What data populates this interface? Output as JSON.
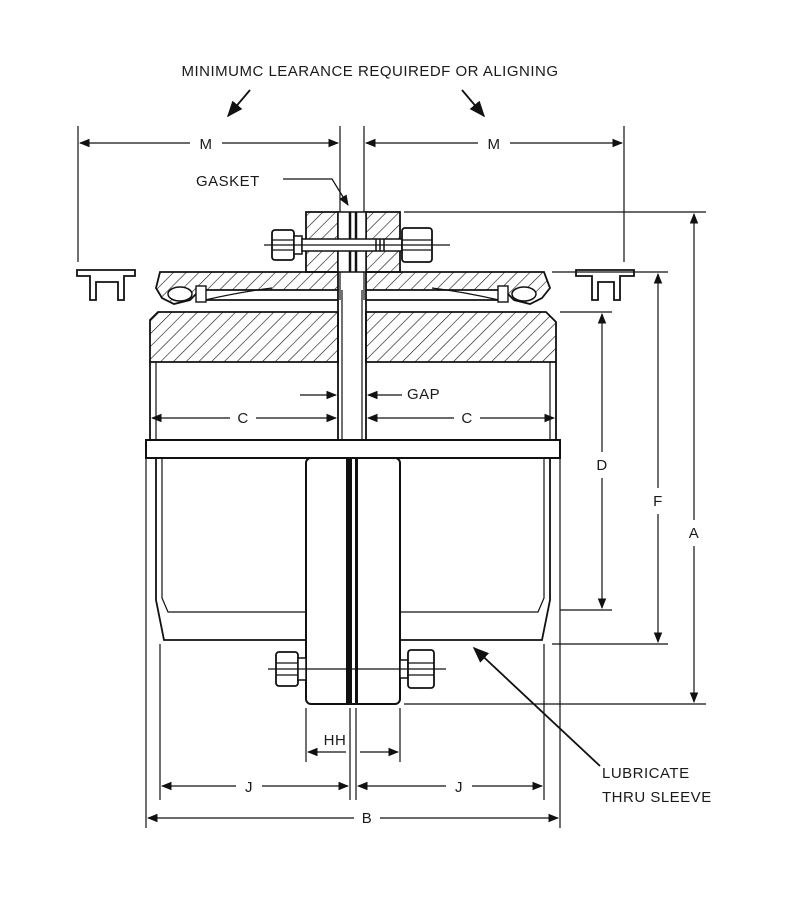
{
  "labels": {
    "title": "MINIMUMC LEARANCE REQUIREDF OR ALIGNING",
    "m_left": "M",
    "m_right": "M",
    "gasket": "GASKET",
    "gap": "GAP",
    "c_left": "C",
    "c_right": "C",
    "d": "D",
    "f": "F",
    "a": "A",
    "hh": "HH",
    "j_left": "J",
    "j_right": "J",
    "b": "B",
    "lubricate_line1": "LUBRICATE",
    "lubricate_line2": "THRU SLEEVE"
  }
}
